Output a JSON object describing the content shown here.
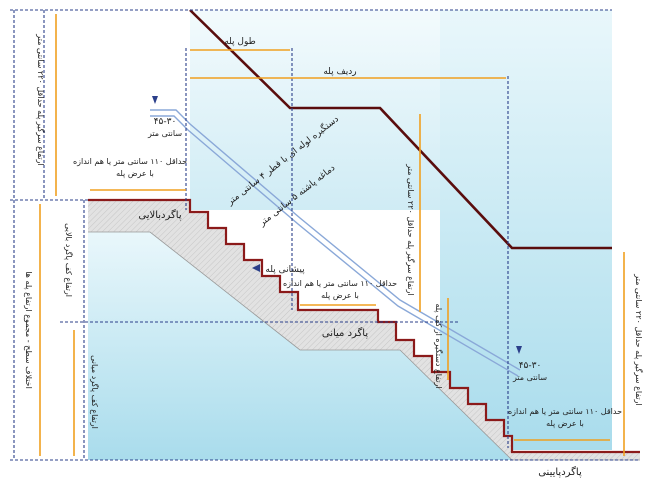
{
  "labels": {
    "stair_length": "طول پله",
    "stair_row": "ردیف پله",
    "upper_landing": "پاگردبالایی",
    "middle_landing": "پاگرد میانی",
    "lower_landing": "پاگردپایینی",
    "nosing": "پیشانی پله",
    "rail_height_top": "۴۵-۳۰",
    "rail_height_bottom": "۴۵-۳۰",
    "rail_unit_top": "سانتی متر",
    "rail_unit_bottom": "سانتی متر",
    "min_width_top_1": "حداقل ۱۱۰ سانتی متر یا هم اندازه",
    "min_width_top_2": "با عرض پله",
    "min_width_mid_1": "حداقل ۱۱۰ سانتی متر یا هم اندازه",
    "min_width_mid_2": "با عرض پله",
    "min_width_bot_1": "حداقل ۱۱۰ سانتی متر یا هم اندازه",
    "min_width_bot_2": "با عرض پله",
    "handrail_diag_1": "دستگیره لوله ای با قطر ۴ سانتی متر",
    "handrail_diag_2": "دماغه پاشنه ۵ سانتی متر",
    "clearance_left": "ارتفاع سرگیر پله حداقل ۲۲۰ سانتی متر",
    "clearance_mid": "ارتفاع سرگیر پله حداقل ۲۲۰ سانتی متر",
    "clearance_right": "ارتفاع سرگیر پله حداقل ۲۲۰ سانتی متر",
    "upper_floor_height": "ارتفاع کف پاگرد بالایی",
    "lower_floor_height": "ارتفاع کف پاگرد میانی",
    "floor_diff": "اختلاف سطح - مجموع ارتفاع پله ها",
    "rail_height_mid": "ارتفاع دستگیره از کف پله"
  },
  "colors": {
    "sky": "#bfe6f2",
    "stair_fill": "#d8d8d8",
    "stair_edge": "#8b1a1a",
    "ceiling_line": "#5a0d0d",
    "dim_orange": "#f0a020",
    "dim_blue": "#2b3f8a",
    "handrail": "#8aa8d8"
  }
}
